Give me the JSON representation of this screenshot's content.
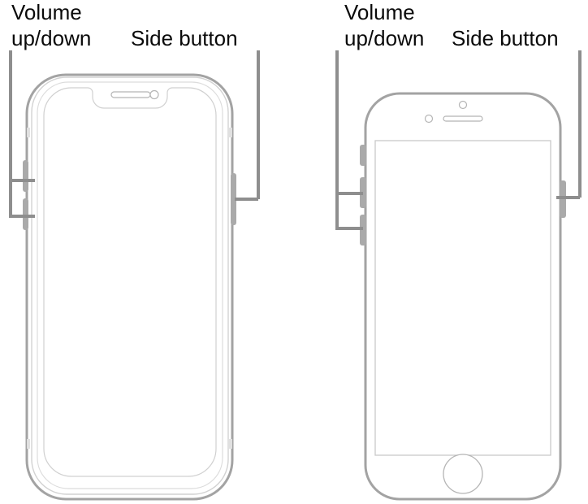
{
  "figure": {
    "title": "iPhone button location diagram",
    "description": "Two iPhone front views with callout labels for the Volume up/down buttons and the Side button",
    "background_color": "#ffffff"
  },
  "colors": {
    "label_text": "#0a0a0a",
    "leader_line": "#8e8e8e",
    "device_outline": "#a3a3a3",
    "device_inner_outline": "#c9c9c9",
    "screen_outline": "#d0d0d0",
    "button_fill": "#aaaaaa",
    "detail_outline": "#bdbdbd"
  },
  "devices": [
    {
      "id": "device-left",
      "name": "iphone-with-face-id",
      "style": "notch",
      "labels": {
        "volume": {
          "line1": "Volume",
          "line2": "up/down"
        },
        "side": "Side button"
      },
      "features": [
        "notch",
        "earpiece-speaker",
        "front-camera",
        "volume-up-button",
        "volume-down-button",
        "side-button"
      ]
    },
    {
      "id": "device-right",
      "name": "iphone-with-home-button",
      "style": "home-button",
      "labels": {
        "volume": {
          "line1": "Volume",
          "line2": "up/down"
        },
        "side": "Side button"
      },
      "features": [
        "earpiece-speaker",
        "front-camera",
        "proximity-sensor",
        "ring-silent-switch",
        "volume-up-button",
        "volume-down-button",
        "side-button",
        "home-button"
      ]
    }
  ],
  "callouts": {
    "left_device_volume": {
      "text_line1": "Volume",
      "text_line2": "up/down",
      "points_to": "volume-buttons-left-edge"
    },
    "left_device_side": {
      "text": "Side button",
      "points_to": "side-button-right-edge"
    },
    "right_device_volume": {
      "text_line1": "Volume",
      "text_line2": "up/down",
      "points_to": "volume-buttons-left-edge"
    },
    "right_device_side": {
      "text": "Side button",
      "points_to": "side-button-right-edge"
    }
  }
}
